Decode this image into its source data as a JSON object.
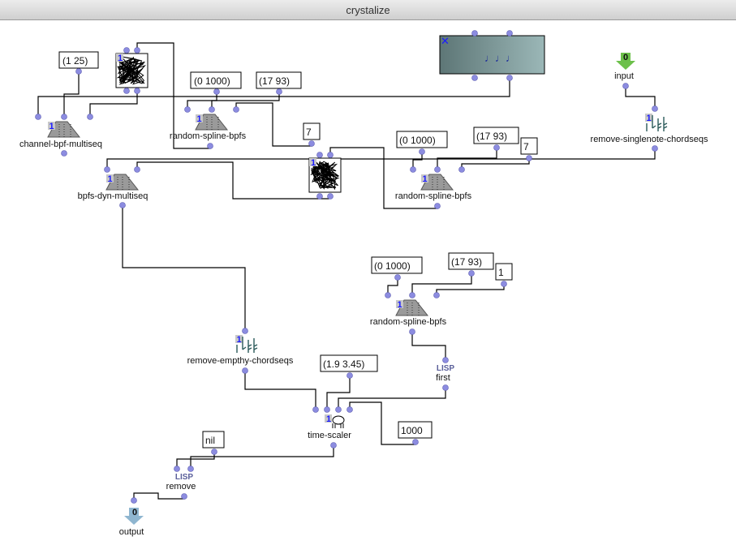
{
  "window": {
    "title": "crystalize"
  },
  "patch": {
    "list_1_25": "(1 25)",
    "range_a": "(0 1000)",
    "pitch_a": "(17 93)",
    "num_a": "7",
    "range_b": "(0 1000)",
    "pitch_b": "(17 93)",
    "num_b": "7",
    "range_c": "(0 1000)",
    "pitch_c": "(17 93)",
    "num_c": "1",
    "scale_range": "(1.9 3.45)",
    "duration": "1000",
    "nil_value": "nil",
    "channel_bpf": "channel-bpf-multiseq",
    "rsb_a": "random-spline-bpfs",
    "rsb_b": "random-spline-bpfs",
    "rsb_c": "random-spline-bpfs",
    "bpfs_dyn": "bpfs-dyn-multiseq",
    "remove_singlenote": "remove-singlenote-chordseqs",
    "remove_empty": "remove-empthy-chordseqs",
    "time_scaler": "time-scaler",
    "lisp_first_tag": "LISP",
    "lisp_first": "first",
    "lisp_remove_tag": "LISP",
    "lisp_remove": "remove",
    "input_label": "input",
    "input_index": "0",
    "output_label": "output",
    "output_index": "0",
    "badge": "1"
  },
  "colors": {
    "pin": "#8c8ce0",
    "input_arrow": "#6cc04a",
    "output_arrow": "#8fb6d0",
    "badge": "#1a1aff"
  }
}
